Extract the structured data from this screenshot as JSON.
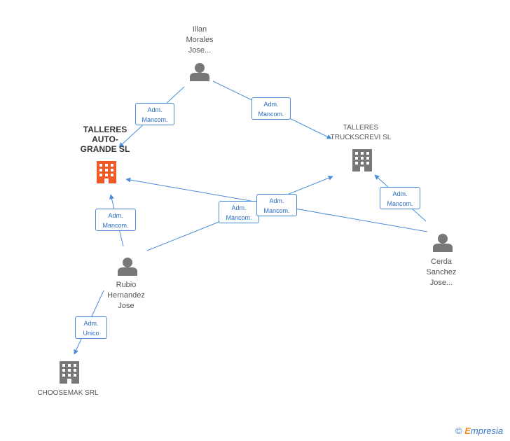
{
  "nodes": {
    "illan": {
      "lines": [
        "Illan",
        "Morales",
        "Jose..."
      ]
    },
    "talleres_auto": {
      "lines": [
        "TALLERES",
        "AUTO-",
        "GRANDE SL"
      ]
    },
    "talleres_truck": {
      "lines": [
        "TALLERES",
        "TRUCKSCREVI SL"
      ]
    },
    "rubio": {
      "lines": [
        "Rubio",
        "Hernandez",
        "Jose"
      ]
    },
    "cerda": {
      "lines": [
        "Cerda",
        "Sanchez",
        "Jose..."
      ]
    },
    "choosemak": {
      "lines": [
        "CHOOSEMAK SRL"
      ]
    }
  },
  "edges": {
    "illan_auto": {
      "line1": "Adm.",
      "line2": "Mancom."
    },
    "illan_truck": {
      "line1": "Adm.",
      "line2": "Mancom."
    },
    "rubio_auto": {
      "line1": "Adm.",
      "line2": "Mancom."
    },
    "rubio_truck": {
      "line1": "Adm.",
      "line2": "Mancom."
    },
    "cerda_auto": {
      "line1": "Adm.",
      "line2": "Mancom."
    },
    "cerda_truck": {
      "line1": "Adm.",
      "line2": "Mancom."
    },
    "rubio_choosemak": {
      "line1": "Adm.",
      "line2": "Unico"
    }
  },
  "footer": {
    "copyright": "©",
    "brand_e": "E",
    "brand_rest": "mpresia"
  },
  "colors": {
    "edge": "#4a8cd8",
    "company_highlight": "#f05a28",
    "company": "#777777",
    "person": "#777777"
  }
}
